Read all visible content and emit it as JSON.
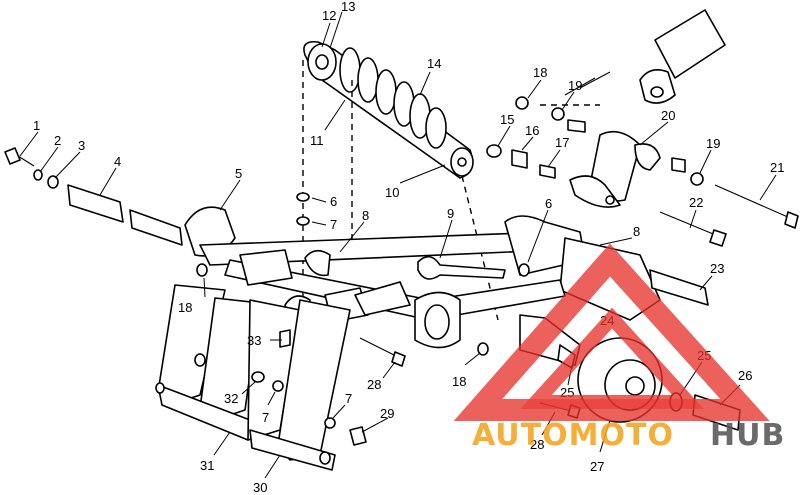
{
  "callouts": [
    {
      "id": "c1",
      "text": "1"
    },
    {
      "id": "c2",
      "text": "2"
    },
    {
      "id": "c3",
      "text": "3"
    },
    {
      "id": "c4",
      "text": "4"
    },
    {
      "id": "c5",
      "text": "5"
    },
    {
      "id": "c6a",
      "text": "6"
    },
    {
      "id": "c6b",
      "text": "6"
    },
    {
      "id": "c7a",
      "text": "7"
    },
    {
      "id": "c7b",
      "text": "7"
    },
    {
      "id": "c7c",
      "text": "7"
    },
    {
      "id": "c8a",
      "text": "8"
    },
    {
      "id": "c8b",
      "text": "8"
    },
    {
      "id": "c9",
      "text": "9"
    },
    {
      "id": "c10",
      "text": "10"
    },
    {
      "id": "c11",
      "text": "11"
    },
    {
      "id": "c12",
      "text": "12"
    },
    {
      "id": "c13",
      "text": "13"
    },
    {
      "id": "c14",
      "text": "14"
    },
    {
      "id": "c15",
      "text": "15"
    },
    {
      "id": "c16",
      "text": "16"
    },
    {
      "id": "c17",
      "text": "17"
    },
    {
      "id": "c18a",
      "text": "18"
    },
    {
      "id": "c18b",
      "text": "18"
    },
    {
      "id": "c18c",
      "text": "18"
    },
    {
      "id": "c19a",
      "text": "19"
    },
    {
      "id": "c19b",
      "text": "19"
    },
    {
      "id": "c20",
      "text": "20"
    },
    {
      "id": "c21",
      "text": "21"
    },
    {
      "id": "c22",
      "text": "22"
    },
    {
      "id": "c23",
      "text": "23"
    },
    {
      "id": "c24",
      "text": "24"
    },
    {
      "id": "c25a",
      "text": "25"
    },
    {
      "id": "c25b",
      "text": "25"
    },
    {
      "id": "c26",
      "text": "26"
    },
    {
      "id": "c27",
      "text": "27"
    },
    {
      "id": "c28a",
      "text": "28"
    },
    {
      "id": "c28b",
      "text": "28"
    },
    {
      "id": "c29",
      "text": "29"
    },
    {
      "id": "c30",
      "text": "30"
    },
    {
      "id": "c31",
      "text": "31"
    },
    {
      "id": "c32",
      "text": "32"
    },
    {
      "id": "c33",
      "text": "33"
    }
  ],
  "watermark": {
    "text_part1": "AUTOMOTO",
    "text_part2": "HUB",
    "color_primary": "#e8312a",
    "color_secondary": "#f5a623",
    "color_dark": "#5a5a5a"
  }
}
